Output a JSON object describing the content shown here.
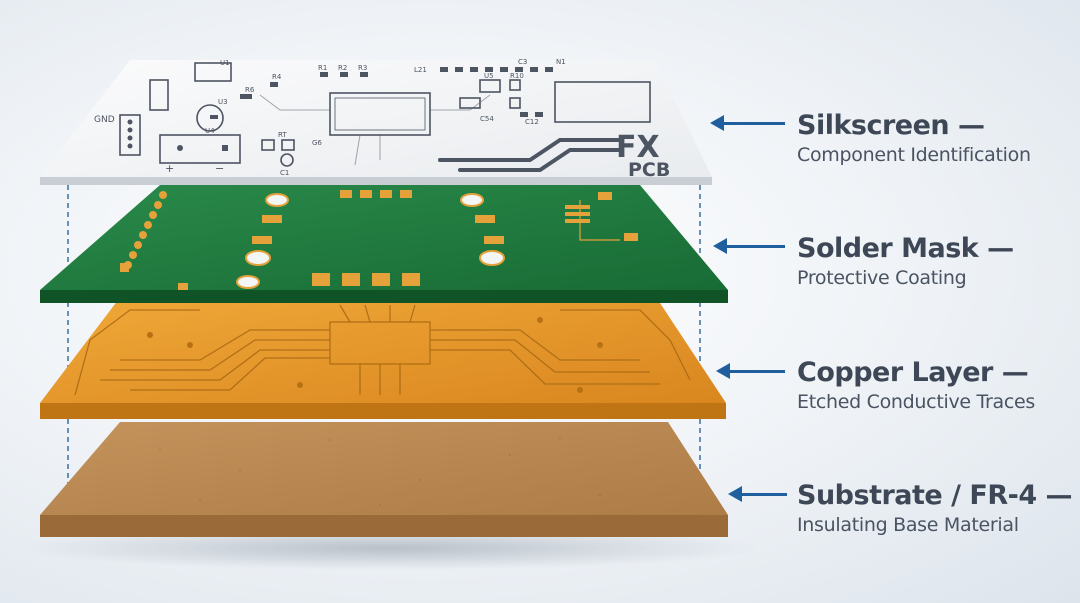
{
  "layers": [
    {
      "title": "Silkscreen —",
      "subtitle": "Component Identification",
      "color": "#f4f5f6"
    },
    {
      "title": "Solder Mask —",
      "subtitle": "Protective Coating",
      "color": "#1f7a3e"
    },
    {
      "title": "Copper Layer —",
      "subtitle": "Etched Conductive Traces",
      "color": "#e3952a"
    },
    {
      "title": "Substrate / FR-4 —",
      "subtitle": "Insulating Base Material",
      "color": "#b88650"
    }
  ],
  "arrow_color": "#1f5f9e",
  "logo": {
    "line1": "FX",
    "line2": "PCB"
  },
  "silkscreen_labels": {
    "gnd": "GND",
    "u1": "U1",
    "u3": "U3",
    "u4": "U4",
    "r1": "R1",
    "r2": "R2",
    "r3": "R3",
    "r4": "R4",
    "r6": "R6",
    "rt": "RT",
    "g6": "G6",
    "c1": "C1",
    "l21": "L21",
    "u5": "U5",
    "r10": "R10",
    "c12": "C12",
    "c54": "C54",
    "c3": "C3",
    "n1": "N1",
    "plus": "+",
    "minus": "−"
  }
}
